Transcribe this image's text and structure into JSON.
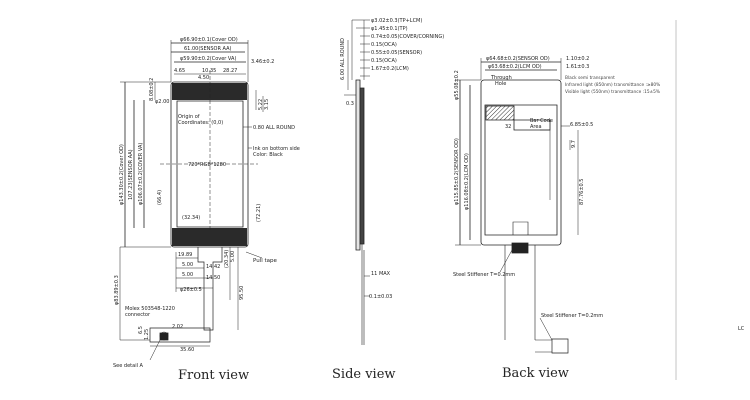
{
  "views": {
    "front": {
      "caption": "Front view",
      "top_dims": [
        "φ66.90±0.1(Cover OD)",
        "61.00(SENSOR AA)",
        "φ59.90±0.2(Cover VA)"
      ],
      "small_top": [
        "4.65",
        "10.35",
        "28.27",
        "4.50"
      ],
      "right_top": "3.46±0.2",
      "left_dims": [
        "φ143.30±0.2(Cover OD)",
        "107.23(SENSOR AA)",
        "φ106.07±0.2(COVER VA)"
      ],
      "left_small": [
        "8.08±0.2",
        "φ2.00"
      ],
      "inner_labels": {
        "origin": "Origin of",
        "coords": "Coordinates: (0,0)",
        "resolution": "720*RGB*1280",
        "left_mid": "(66.4)",
        "right_mid": "(72.21)",
        "bottom_mid": "(32.34)"
      },
      "right_small": [
        "5.22",
        "3.15"
      ],
      "round_note": "0.80 ALL ROUND",
      "ink_note": [
        "Ink on bottom side",
        "Color: Black"
      ],
      "fpc_dims": [
        "19.89",
        "5.00",
        "14.42",
        "5.00",
        "14.50",
        "φ26±0.5"
      ],
      "fpc_right": [
        "(20.34)",
        "5.00",
        "95.50"
      ],
      "pull_tape": "Pull tape",
      "connector": [
        "Molex 503548-1220",
        "connector"
      ],
      "conn_dims": [
        "6.5",
        "1.25",
        "2.02",
        "35.60"
      ],
      "left_fpc": "φ83.89±0.3",
      "detail": "See detail A"
    },
    "side": {
      "caption": "Side view",
      "stack": [
        "φ3.02±0.3(TP+LCM)",
        "φ1.45±0.1(TP)",
        "0.74±0.05(COVER/CORNING)",
        "0.15(OCA)",
        "0.55±0.05(SENSOR)",
        "0.15(OCA)",
        "1.67±0.2(LCM)"
      ],
      "left_vertical": "6.00 ALL ROUND",
      "left_small": "0.3",
      "max_note": "11 MAX",
      "bottom_note": "0.1±0.03"
    },
    "back": {
      "caption": "Back view",
      "top_dims": [
        "φ64.68±0.2(SENSOR OD)",
        "φ63.68±0.2(LCM OD)"
      ],
      "right_top": [
        "1.10±0.2",
        "1.61±0.3"
      ],
      "left_dims": [
        "φ55.08±0.2",
        "φ115.85±0.2(SENSOR OD)",
        "φ116.08±0.2(LCM OD)"
      ],
      "through_hole": [
        "Through",
        "Hole"
      ],
      "notes": [
        "Black semi transparent",
        "Infrared light (850nm) transmittance :≥80%",
        "Visible light (550nm) transmittance :15±5%"
      ],
      "barcode": [
        "32",
        "Bar Code",
        "Area"
      ],
      "right_dims": [
        "6.85±0.5",
        "9.7",
        "87.76±0.5"
      ],
      "stiffener1": "Steel Stiffener T=0.2mm",
      "stiffener2": "Steel Stiffener T=0.2mm"
    },
    "edge_fragment": "LC"
  }
}
